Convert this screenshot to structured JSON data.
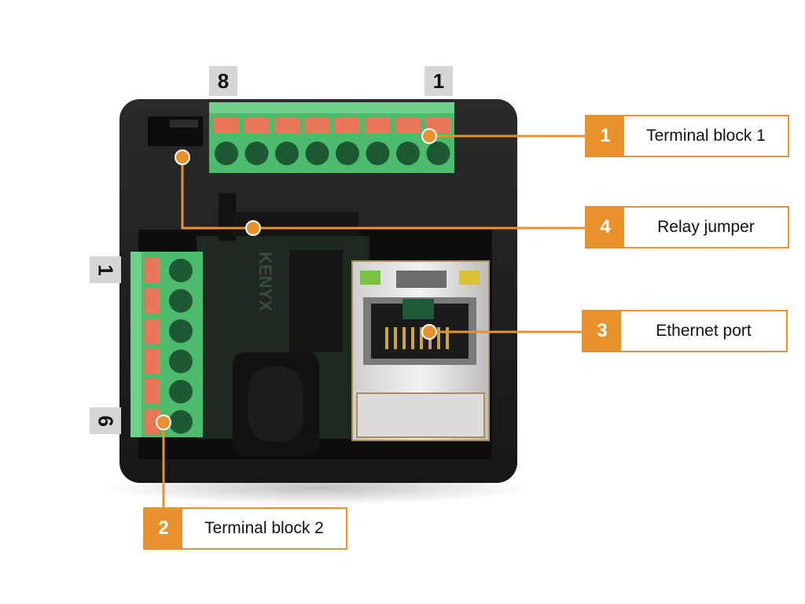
{
  "colors": {
    "accent": "#e8922e",
    "housing": "#1f1f1f",
    "terminal_green": "#4dbb6c",
    "lever_orange": "#e8785a",
    "pin_label_bg": "#d6d6d6"
  },
  "pin_labels": {
    "top_left": "8",
    "top_right": "1",
    "side_top": "1",
    "side_bottom": "6"
  },
  "callouts": [
    {
      "number": "1",
      "label": "Terminal block 1"
    },
    {
      "number": "4",
      "label": "Relay jumper"
    },
    {
      "number": "3",
      "label": "Ethernet port"
    },
    {
      "number": "2",
      "label": "Terminal block 2"
    }
  ],
  "board_text": "KENYX"
}
